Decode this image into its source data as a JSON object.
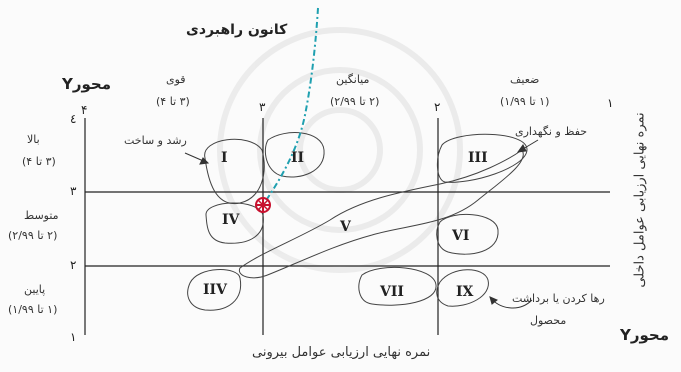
{
  "diagram": {
    "title": "کانون راهبردی",
    "x_axis_name": "محورY",
    "y_axis_name": "محورY",
    "x_axis_caption": "نمره نهایی ارزیابی عوامل بیرونی",
    "y_axis_caption": "نمره نهایی ارزیابی عوامل داخلی",
    "columns": [
      {
        "label": "قوی",
        "range": "(۳ تا ۴)"
      },
      {
        "label": "میانگین",
        "range": "(۲ تا ۲/۹۹)"
      },
      {
        "label": "ضعیف",
        "range": "(۱ تا ۱/۹۹)"
      }
    ],
    "rows": [
      {
        "label": "بالا",
        "range": "(۳ تا ۴)"
      },
      {
        "label": "متوسط",
        "range": "(۲ تا ۲/۹۹)"
      },
      {
        "label": "پایین",
        "range": "(۱ تا ۱/۹۹)"
      }
    ],
    "x_ticks": [
      "۴",
      "۳",
      "۲",
      "۱"
    ],
    "y_ticks": [
      "٤",
      "۳",
      "۲",
      "۱"
    ],
    "cells": [
      "I",
      "II",
      "III",
      "IV",
      "V",
      "VI",
      "IIV",
      "VII",
      "IX"
    ],
    "annotations": {
      "grow": "رشد و ساخت",
      "hold": "حفظ و نگهداری",
      "harvest_line1": "رها کردن یا برداشت",
      "harvest_line2": "محصول"
    },
    "colors": {
      "path": "#1fa0b0",
      "marker": "#c8102e",
      "lines": "#222222"
    }
  }
}
